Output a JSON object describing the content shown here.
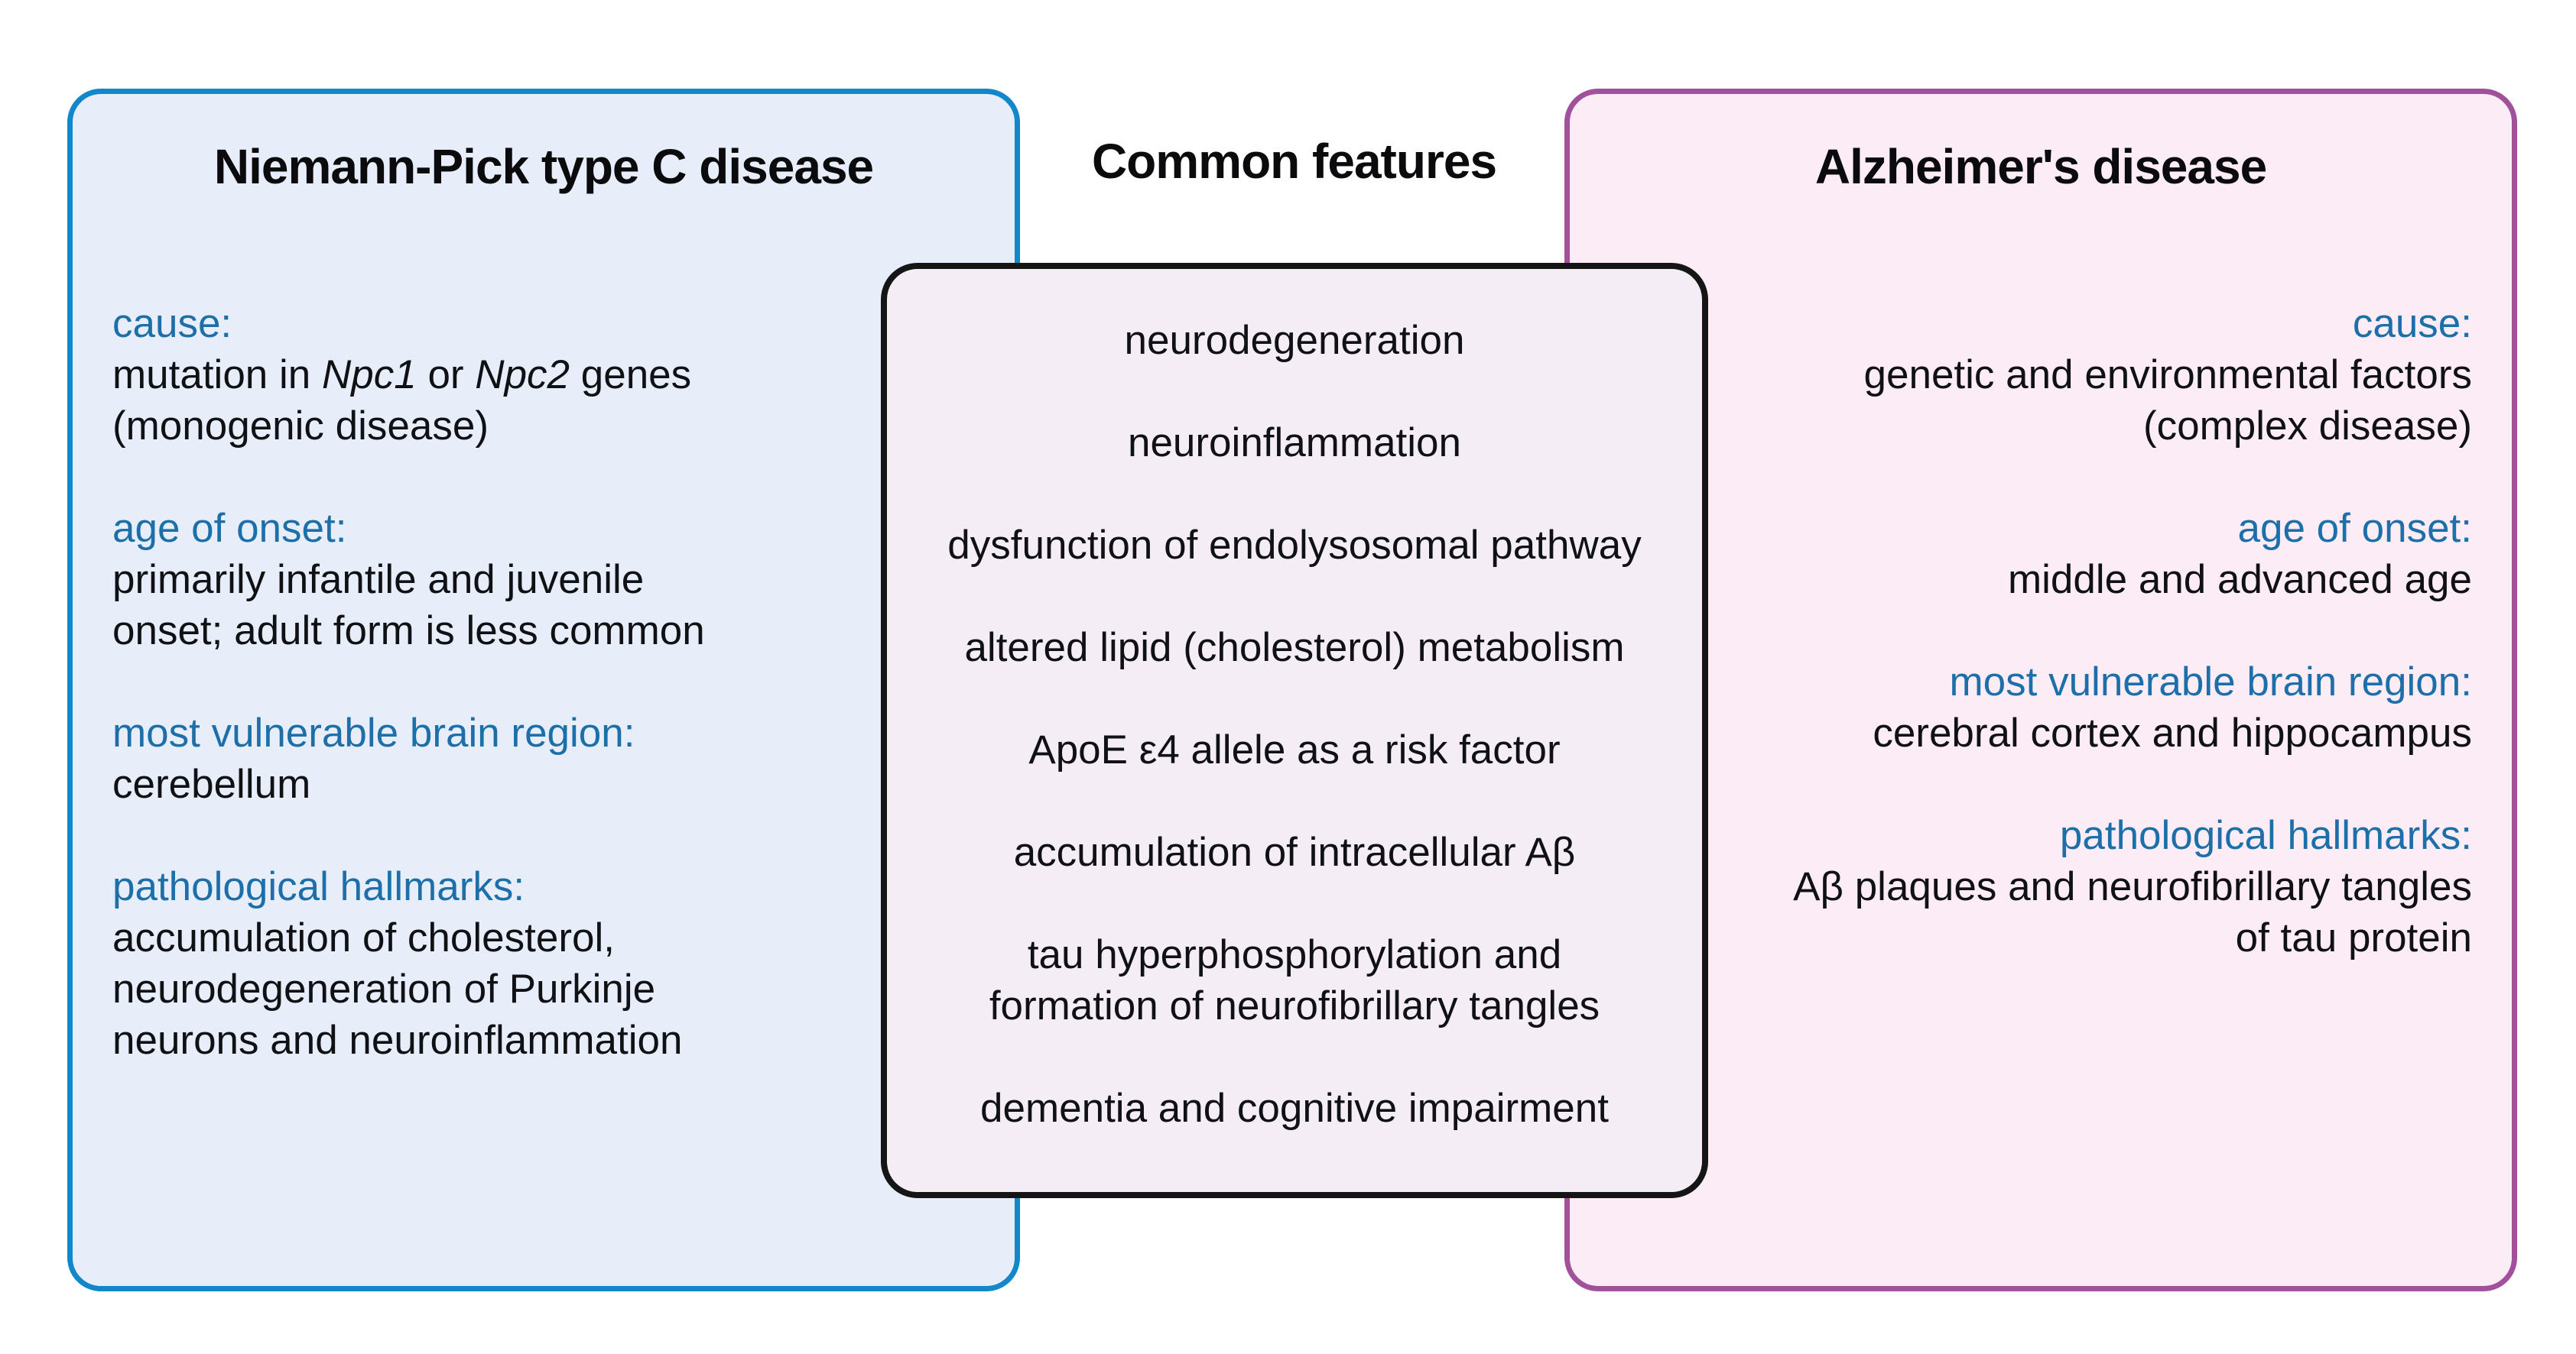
{
  "left_panel": {
    "title": "Niemann-Pick type C disease",
    "cause": {
      "label": "cause:",
      "line1": {
        "pre": "mutation in ",
        "gene1": "Npc1",
        "mid": " or ",
        "gene2": "Npc2",
        "post": " genes"
      },
      "line2": "(monogenic disease)"
    },
    "age_of_onset": {
      "label": "age of onset:",
      "line1": "primarily infantile and juvenile",
      "line2": "onset; adult form is less common"
    },
    "brain_region": {
      "label": "most vulnerable brain region:",
      "line1": "cerebellum"
    },
    "hallmarks": {
      "label": "pathological hallmarks:",
      "line1": "accumulation of cholesterol,",
      "line2": "neurodegeneration of Purkinje",
      "line3": "neurons and neuroinflammation"
    }
  },
  "center": {
    "title": "Common features",
    "items": [
      {
        "lines": [
          "neurodegeneration"
        ]
      },
      {
        "lines": [
          "neuroinflammation"
        ]
      },
      {
        "lines": [
          "dysfunction of endolysosomal pathway"
        ]
      },
      {
        "lines": [
          "altered lipid (cholesterol) metabolism"
        ]
      },
      {
        "lines": [
          "ApoE ε4 allele as a risk factor"
        ]
      },
      {
        "lines": [
          "accumulation of intracellular Aβ"
        ]
      },
      {
        "lines": [
          "tau hyperphosphorylation and",
          "formation of neurofibrillary tangles"
        ]
      },
      {
        "lines": [
          "dementia and cognitive impairment"
        ]
      }
    ]
  },
  "right_panel": {
    "title": "Alzheimer's disease",
    "cause": {
      "label": "cause:",
      "line1": "genetic and environmental factors",
      "line2": "(complex disease)"
    },
    "age_of_onset": {
      "label": "age of onset:",
      "line1": "middle and advanced age"
    },
    "brain_region": {
      "label": "most vulnerable brain region:",
      "line1": "cerebral cortex and hippocampus"
    },
    "hallmarks": {
      "label": "pathological hallmarks:",
      "line1": "Aβ plaques and neurofibrillary tangles",
      "line2": "of tau protein"
    }
  },
  "colors": {
    "left_border": "#1287c9",
    "left_fill": "#e7eefa",
    "right_border": "#a1509c",
    "right_fill": "#fcecf6",
    "center_border": "#151515",
    "center_fill": "#f4edf6",
    "label_blue": "#1d6fa9",
    "text_dark": "#101114",
    "page_bg": "#ffffff"
  }
}
